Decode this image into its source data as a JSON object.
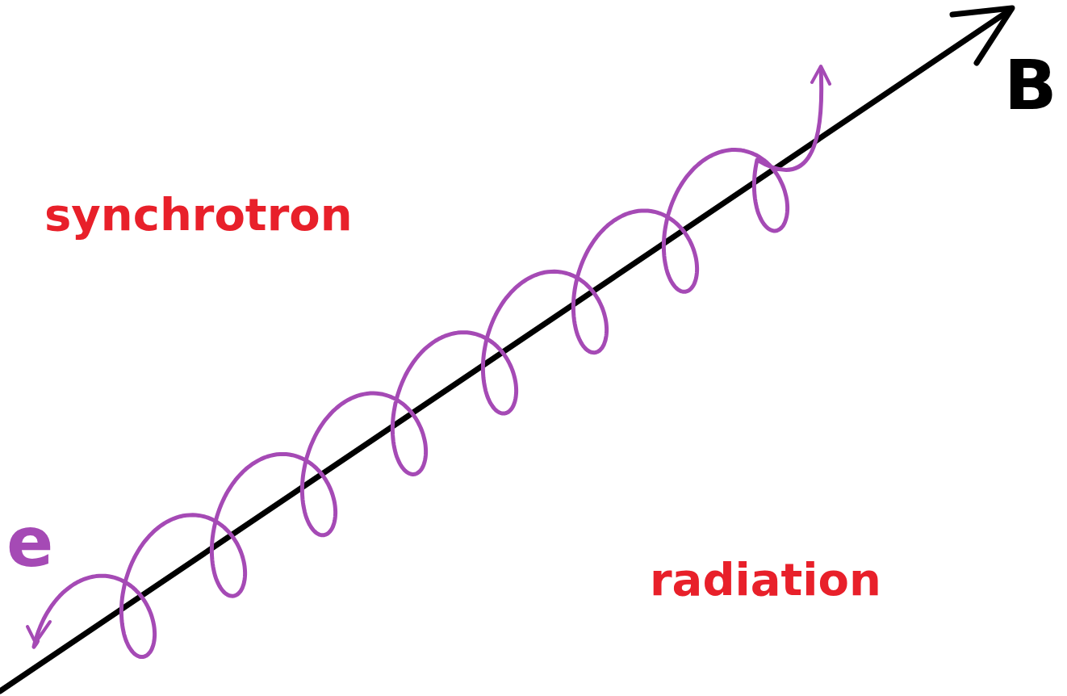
{
  "diagram": {
    "labels": [
      "synchrotron",
      "radiation",
      "e",
      "B"
    ]
  }
}
